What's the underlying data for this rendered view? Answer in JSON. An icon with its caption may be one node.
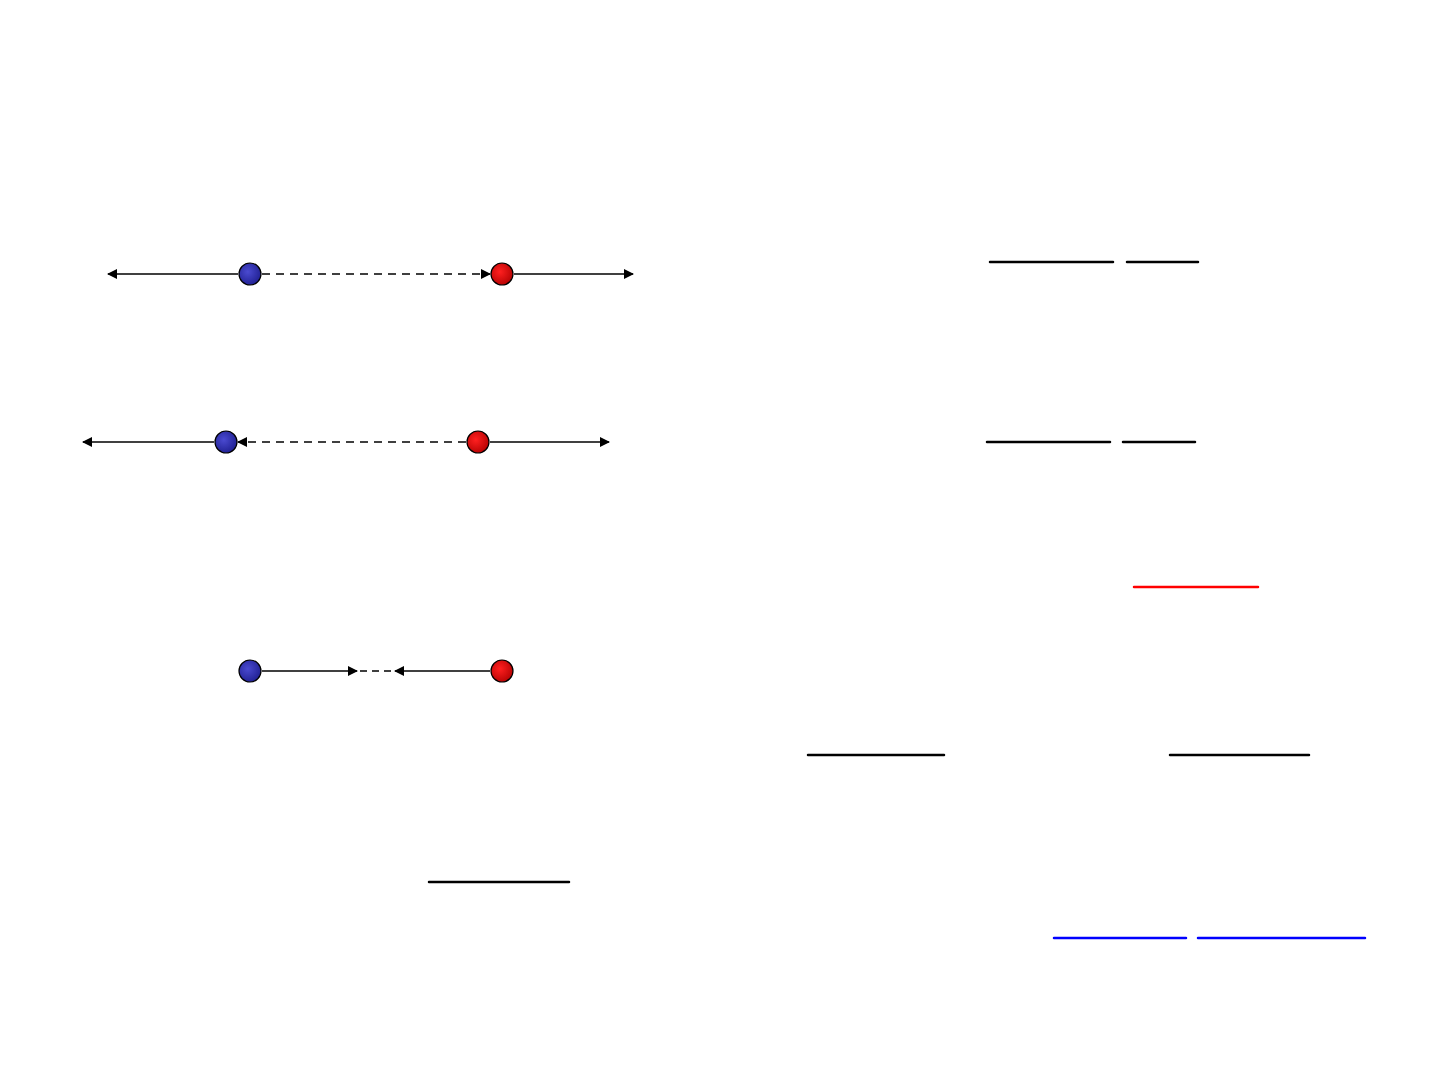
{
  "diagram": {
    "nodes": [
      {
        "text": [],
        "shape": "circle"
      },
      {
        "text": [],
        "shape": "circle"
      },
      {
        "text": [],
        "shape": "circle"
      },
      {
        "text": [],
        "shape": "circle"
      },
      {
        "text": [],
        "shape": "circle"
      },
      {
        "text": [],
        "shape": "circle"
      }
    ],
    "edges": [
      {
        "from": 0,
        "to": null,
        "arrow": "to"
      },
      {
        "from": 0,
        "to": 1,
        "arrow": "to",
        "style": "dashed"
      },
      {
        "from": 1,
        "to": null,
        "arrow": "to"
      },
      {
        "from": 2,
        "to": null,
        "arrow": "to"
      },
      {
        "from": 3,
        "to": 2,
        "arrow": "to",
        "style": "dashed"
      },
      {
        "from": 3,
        "to": null,
        "arrow": "to"
      },
      {
        "from": 4,
        "to": null,
        "arrow": "to"
      },
      {
        "from": 5,
        "to": null,
        "arrow": "to"
      }
    ]
  }
}
